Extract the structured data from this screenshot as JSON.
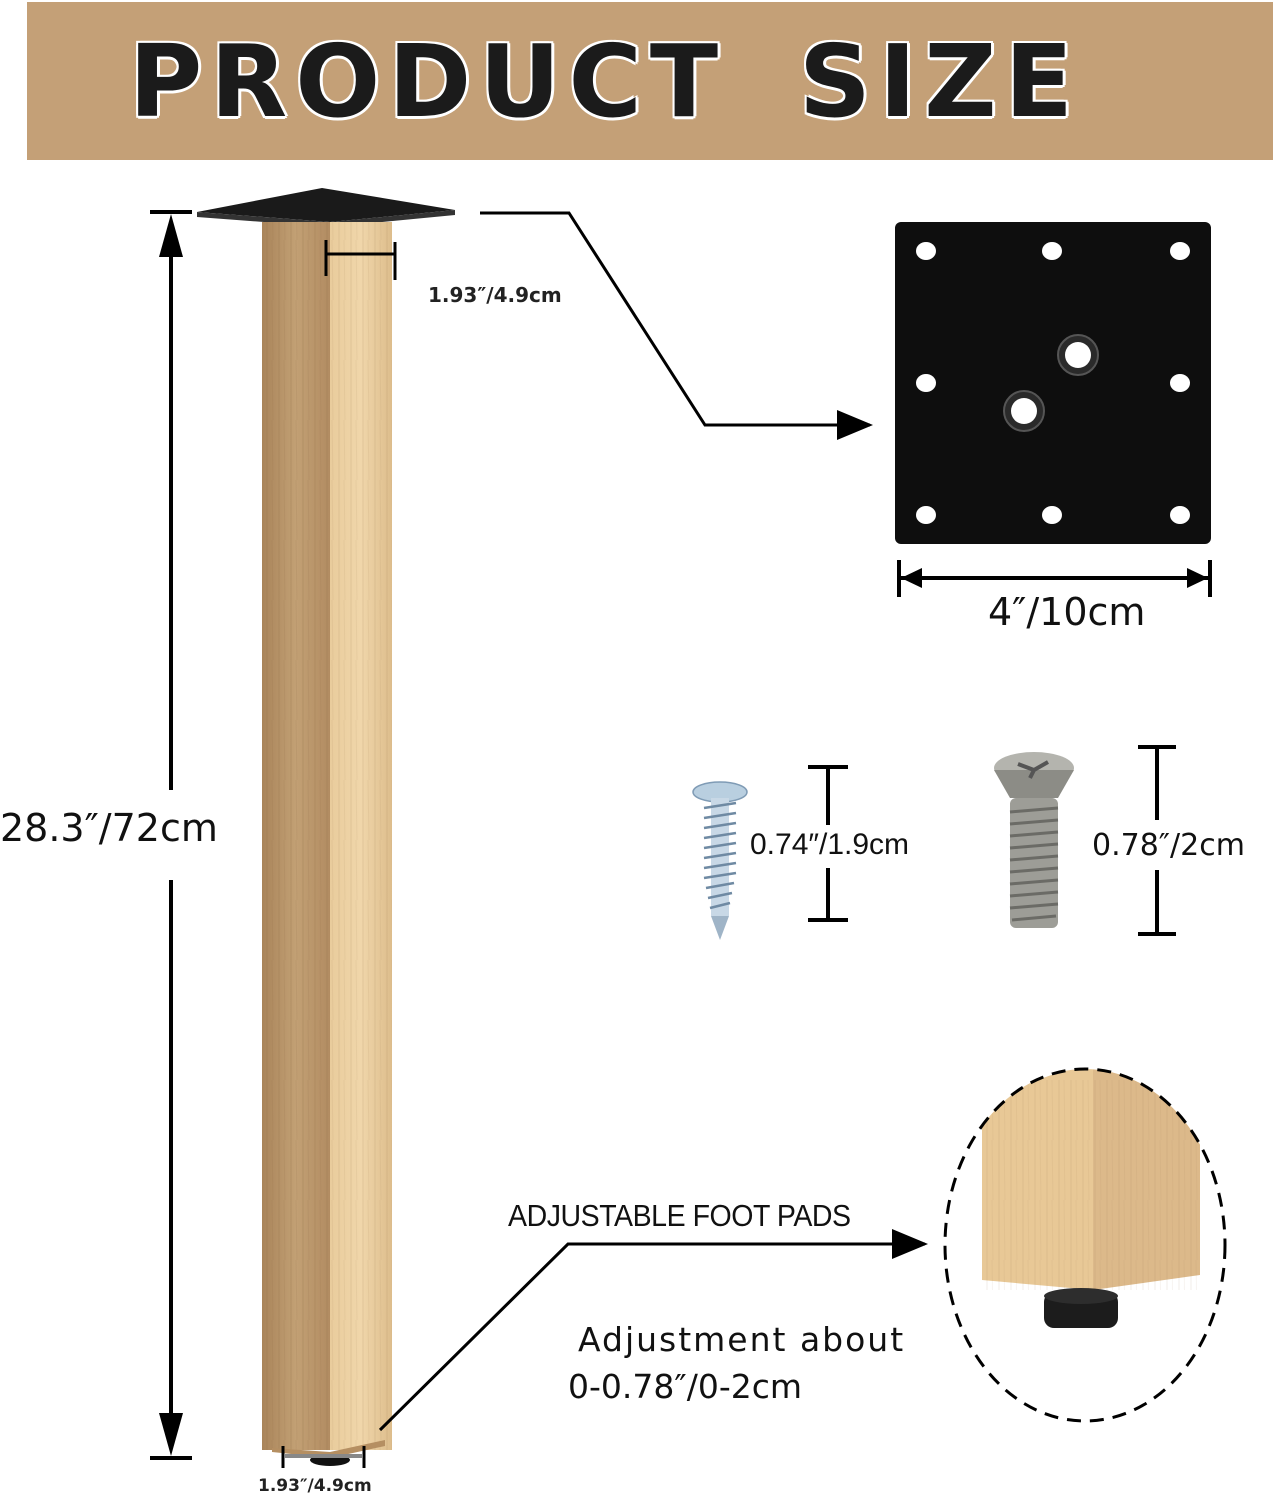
{
  "banner": {
    "title": "PRODUCT SIZE",
    "background_color": "#c4a077"
  },
  "leg": {
    "height_label": "28.3″/72cm",
    "top_width_label": "1.93″/4.9cm",
    "bottom_width_label": "1.93″/4.9cm",
    "wood_colors": [
      "#b8946a",
      "#e6c99a"
    ]
  },
  "mounting_plate": {
    "width_label": "4″/10cm",
    "color": "#0e0e0e"
  },
  "screws": [
    {
      "name": "wood-screw",
      "length_label": "0.74″/1.9cm"
    },
    {
      "name": "machine-screw",
      "length_label": "0.78″/2cm"
    }
  ],
  "foot_pads": {
    "title": "ADJUSTABLE FOOT PADS",
    "adjustment_line1": "Adjustment about",
    "adjustment_line2": "0-0.78″/0-2cm"
  }
}
